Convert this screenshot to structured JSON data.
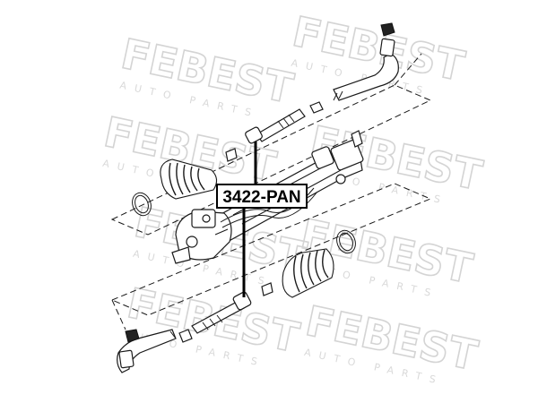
{
  "watermark": {
    "brand": "FEBEST",
    "tagline": "AUTO PARTS"
  },
  "callout": {
    "part_number": "3422-PAN"
  },
  "colors": {
    "line": "#1a1a1a",
    "watermark": "#d4d4d4",
    "background": "#ffffff"
  }
}
